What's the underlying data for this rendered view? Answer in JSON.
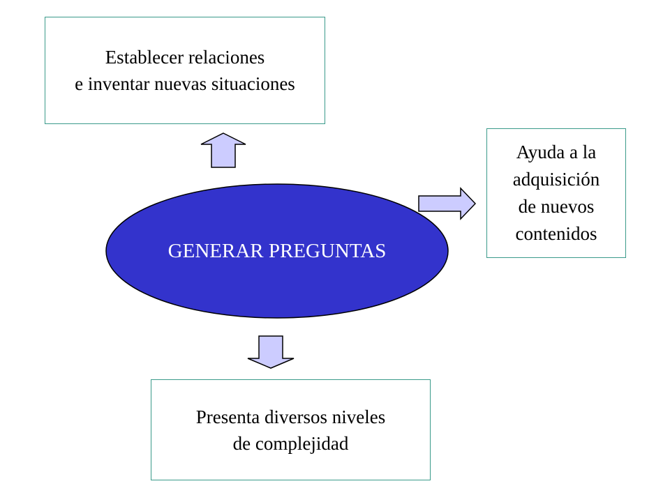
{
  "center": {
    "label": "GENERAR PREGUNTAS",
    "fill": "#3333cc"
  },
  "boxes": {
    "top": {
      "lines": [
        "Establecer relaciones",
        "e inventar nuevas situaciones"
      ]
    },
    "right": {
      "lines": [
        "Ayuda a la",
        "adquisición",
        "de nuevos",
        "contenidos"
      ]
    },
    "bottom": {
      "lines": [
        "Presenta diversos niveles",
        "de complejidad"
      ]
    }
  },
  "colors": {
    "arrow_fill": "#ccccff",
    "box_border": "#3a9a8a"
  }
}
